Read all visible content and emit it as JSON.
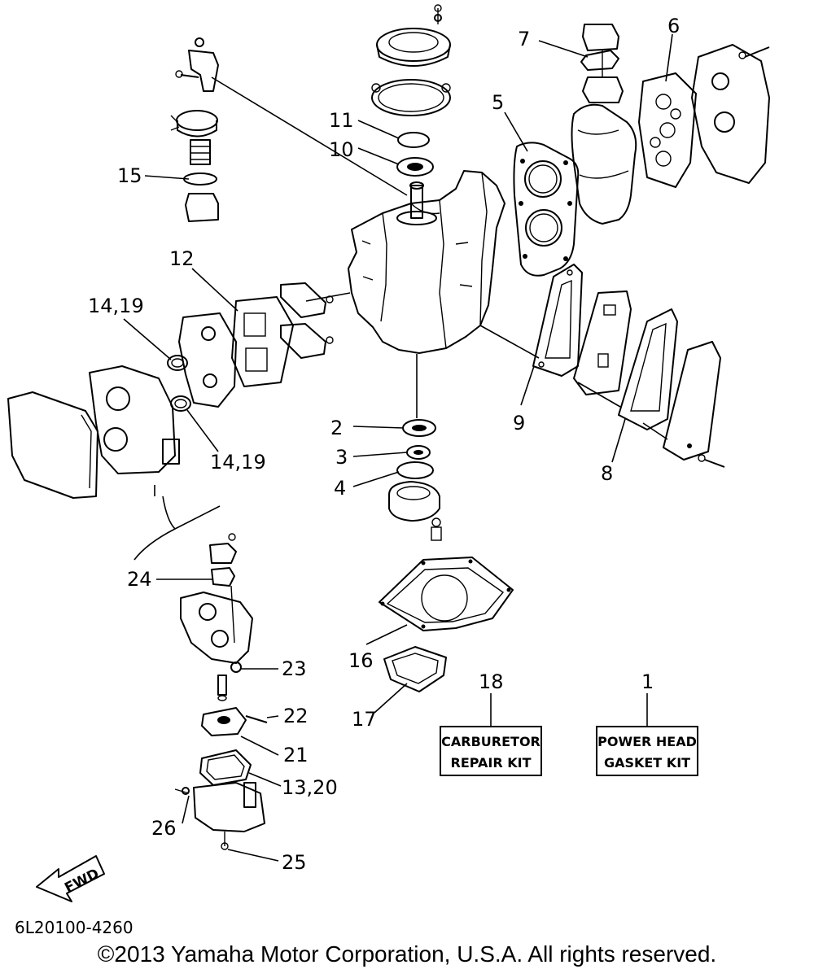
{
  "document": {
    "part_code": "6L20100-4260",
    "copyright": "©2013 Yamaha Motor Corporation, U.S.A. All rights reserved."
  },
  "callouts": {
    "c1": "1",
    "c2": "2",
    "c3": "3",
    "c4": "4",
    "c5": "5",
    "c6": "6",
    "c7": "7",
    "c8": "8",
    "c9": "9",
    "c10": "10",
    "c11": "11",
    "c12": "12",
    "c14_19_top": "14,19",
    "c14_19_bottom": "14,19",
    "c15": "15",
    "c16": "16",
    "c17": "17",
    "c18": "18",
    "c13_20": "13,20",
    "c21": "21",
    "c22": "22",
    "c23": "23",
    "c24": "24",
    "c25": "25",
    "c26": "26"
  },
  "kits": {
    "carburetor": {
      "line1": "CARBURETOR",
      "line2": "REPAIR KIT"
    },
    "powerhead": {
      "line1": "POWER HEAD",
      "line2": "GASKET KIT"
    }
  },
  "fwd_label": "FWD"
}
